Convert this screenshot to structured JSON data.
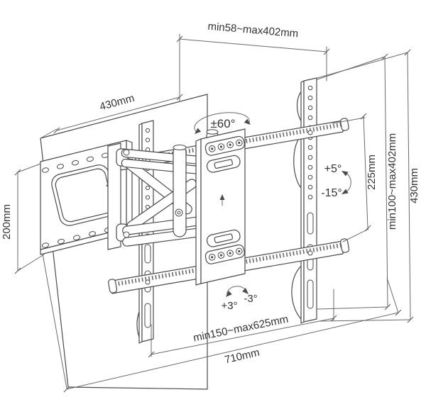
{
  "diagram": {
    "type": "technical-drawing",
    "subject": "Full-motion articulating TV wall mount with dimension annotations",
    "background": "#ffffff",
    "line_color": "#4a4a4a",
    "dim_line_color": "#6a6a6a",
    "text_color": "#333333",
    "labels": {
      "extension_depth": "min58~max402mm",
      "wall_plate_width": "430mm",
      "wall_plate_height": "200mm",
      "swivel_range": "±60°",
      "head_height": "225mm",
      "vesa_vertical_range": "min100~max402mm",
      "frame_height": "430mm",
      "tilt_up": "+5°",
      "tilt_down": "-15°",
      "level_plus": "+3°",
      "level_minus": "-3°",
      "rail_span": "min150~max625mm",
      "frame_width": "710mm"
    }
  }
}
